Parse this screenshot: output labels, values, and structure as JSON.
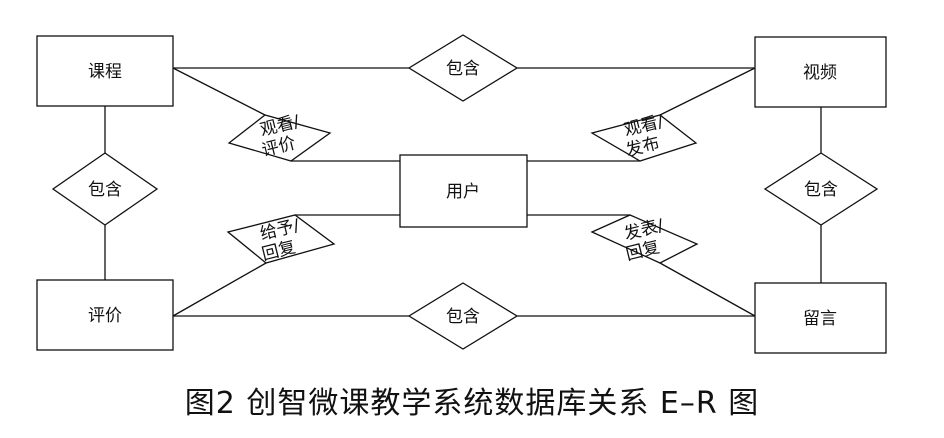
{
  "entities": {
    "course": "课程",
    "video": "视频",
    "user": "用户",
    "review": "评价",
    "message": "留言"
  },
  "relationships": {
    "course_video": "包含",
    "course_review": "包含",
    "video_message": "包含",
    "review_message": "包含",
    "user_course": [
      "观看/",
      "评价"
    ],
    "user_video": [
      "观看/",
      "发布"
    ],
    "user_review": [
      "给予/",
      "回复"
    ],
    "user_message": [
      "发表/",
      "回复"
    ]
  },
  "caption": "图2  创智微课教学系统数据库关系 E–R 图"
}
